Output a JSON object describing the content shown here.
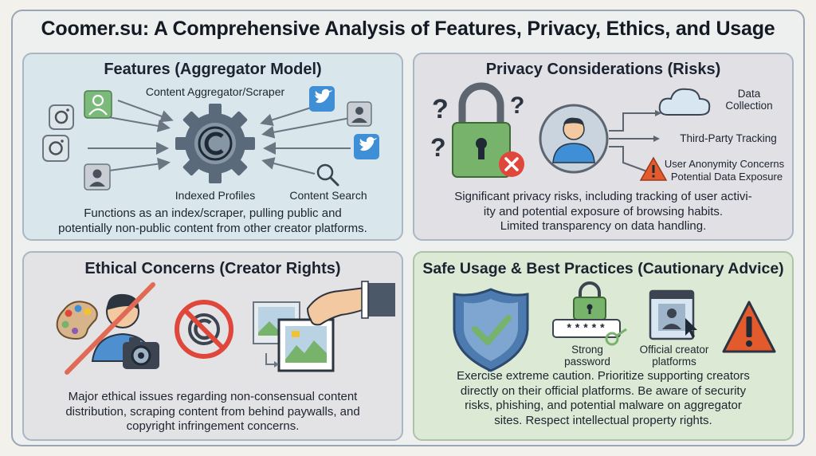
{
  "title": "Coomer.su: A Comprehensive Analysis of Features, Privacy, Ethics, and Usage",
  "features": {
    "title": "Features (Aggregator Model)",
    "label_aggregator": "Content Aggregator/Scraper",
    "label_indexed": "Indexed Profiles",
    "label_search": "Content Search",
    "description_lines": [
      "Functions as an index/scraper, pulling public and",
      "potentially non-public content from other creator platforms."
    ]
  },
  "privacy": {
    "title": "Privacy Considerations (Risks)",
    "label_data_collection_1": "Data",
    "label_data_collection_2": "Collection",
    "label_tracking": "Third-Party Tracking",
    "label_anonymity": "User Anonymity Concerns",
    "label_exposure": "Potential Data Exposure",
    "description_lines": [
      "Significant privacy risks, including tracking of user activi-",
      "ity and potential exposure of browsing habits.",
      "Limited transparency on data handling."
    ]
  },
  "ethics": {
    "title": "Ethical Concerns (Creator Rights)",
    "description_lines": [
      "Major ethical issues regarding non-consensual content",
      "distribution, scraping content from behind paywalls, and",
      "copyright infringement concerns."
    ]
  },
  "safe_usage": {
    "title": "Safe Usage & Best Practices (Cautionary Advice)",
    "password_field": "*****",
    "label_password_1": "Strong",
    "label_password_2": "password",
    "label_official_1": "Official creator",
    "label_official_2": "platforms",
    "description_lines": [
      "Exercise extreme caution. Prioritize supporting creators",
      "directly on their official platforms. Be aware of security",
      "risks, phishing, and potential malware on aggregator",
      "sites. Respect intellectual property rights."
    ]
  },
  "icons": [
    "instagram-icon",
    "user-profile-icon",
    "twitter-icon",
    "copyright-gear-icon",
    "search-icon",
    "question-mark-icon",
    "padlock-icon",
    "error-x-icon",
    "user-avatar-icon",
    "cloud-icon",
    "warning-icon",
    "palette-icon",
    "camera-icon",
    "no-copyright-icon",
    "hand-photo-icon",
    "shield-check-icon",
    "password-lock-icon",
    "browser-user-icon"
  ],
  "colors": {
    "features_bg": "#d9e6ec",
    "privacy_bg": "#e0e0e5",
    "ethics_bg": "#e3e2e4",
    "safe_bg": "#dcead5",
    "alert_red": "#e0473b",
    "lock_green": "#77b36b",
    "twitter_blue": "#3f8fd6",
    "shield_blue": "#4d7bb0",
    "warning_orange": "#e35a2d"
  }
}
